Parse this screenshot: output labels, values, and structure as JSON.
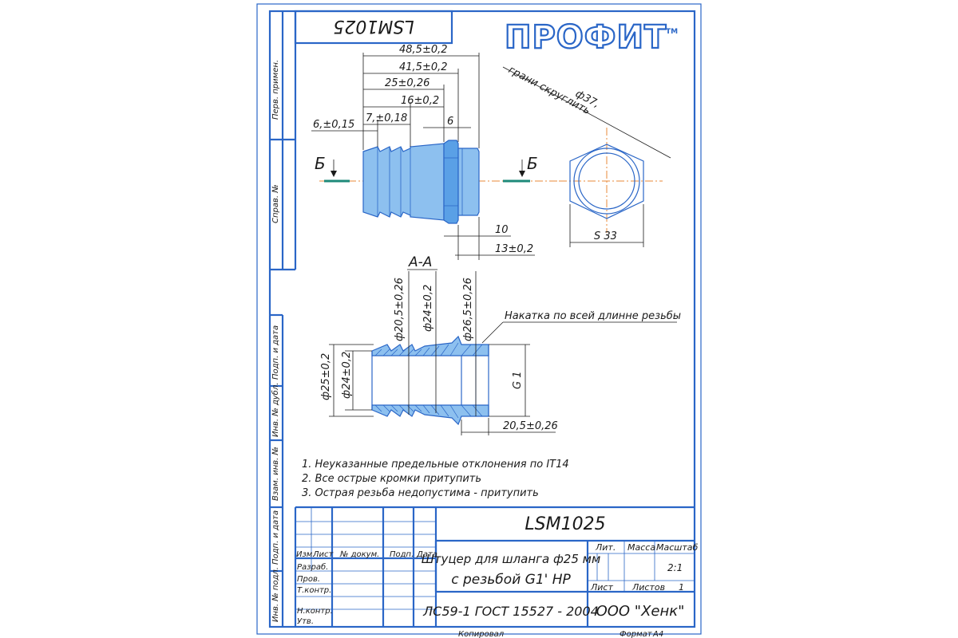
{
  "logo": {
    "text": "ПРОФИТ",
    "tm": "TM"
  },
  "stamp_top": "LSM1025",
  "side_labels": {
    "perv_primen": "Перв. примен.",
    "sprav": "Справ. №",
    "podp_data_1": "Подп. и дата",
    "inv_dubl": "Инв. № дубл.",
    "vzam_inv": "Взам. инв. №",
    "podp_data_2": "Подп. и дата",
    "inv_podl": "Инв. № подл."
  },
  "dims": {
    "d1": "48,5±0,2",
    "d2": "41,5±0,2",
    "d3": "25±0,26",
    "d4": "16±0,2",
    "d5": "7,±0,18",
    "d6": "6,±0,15",
    "d7": "6",
    "d8": "10",
    "d9": "13±0,2",
    "hex_d": "ф37,",
    "hex_note": "грани скруглить",
    "hex_s": "S 33",
    "sec_b": "Б",
    "section": "А-А",
    "v1": "ф20,5±0,26",
    "v2": "ф24±0,2",
    "v3": "ф26,5±0,26",
    "knurl": "Накатка по всей длинне резьбы",
    "l1": "ф25±0,2",
    "l2": "ф24±0,2",
    "g1": "G 1",
    "b1": "20,5±0,26"
  },
  "notes": [
    "1. Неуказанные предельные отклонения по IT14",
    "2. Все острые кромки притупить",
    "3. Острая резьба недопустима - притупить"
  ],
  "title_block": {
    "code": "LSM1025",
    "name_line1": "Штуцер для шланга ф25 мм",
    "name_line2": "с резьбой G1' НР",
    "material": "ЛС59-1 ГОСТ 15527 - 2004",
    "company": "ООО \"Хенк\"",
    "lit": "Лит.",
    "massa": "Масса",
    "masshtab": "Масштаб",
    "scale": "2:1",
    "list": "Лист",
    "listov": "Листов",
    "listov_val": "1",
    "izm": "Изм.",
    "list_col": "Лист",
    "dokum": "№ докум.",
    "podp": "Подп.",
    "data": "Дата",
    "razrab": "Разраб.",
    "prov": "Пров.",
    "tkontr": "Т.контр.",
    "nkontr": "Н.контр.",
    "utv": "Утв.",
    "kopiroval": "Копировал",
    "format": "Формат",
    "format_val": "А4"
  }
}
